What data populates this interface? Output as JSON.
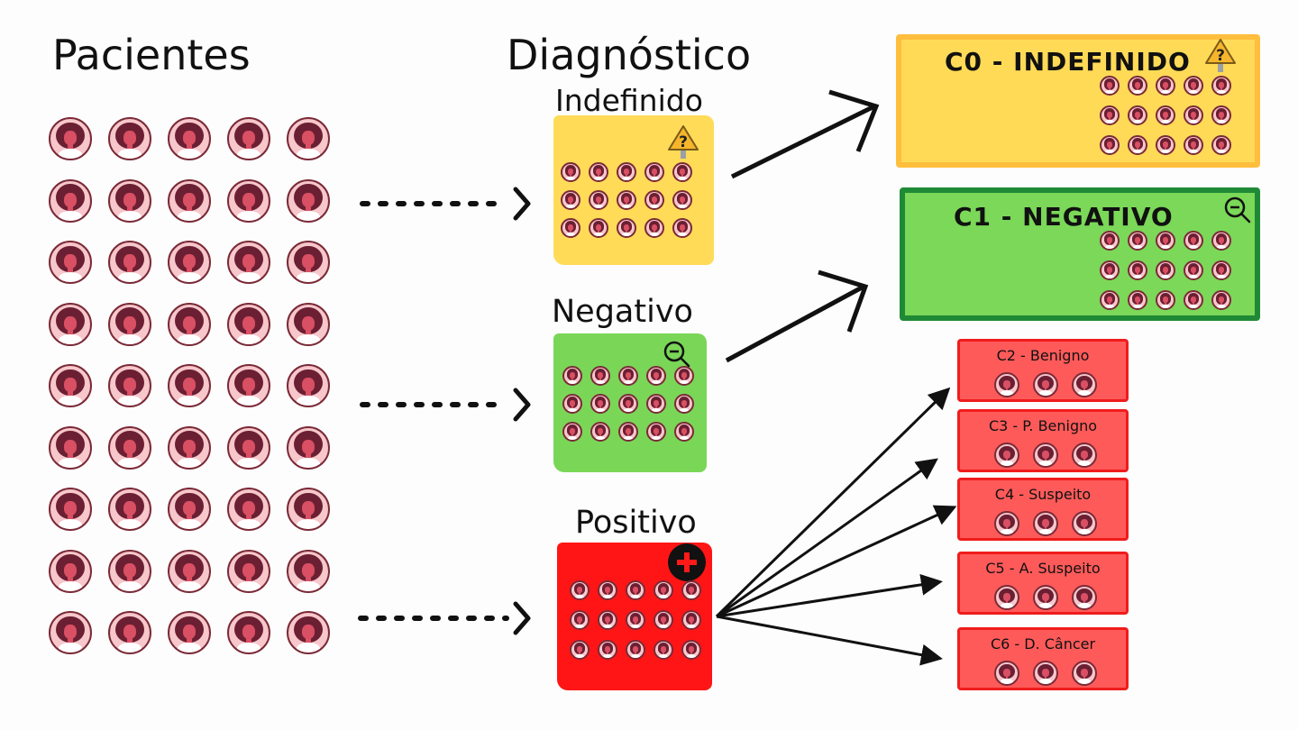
{
  "columns": {
    "patients_title": "Pacientes",
    "diagnosis_title": "Diagnóstico"
  },
  "patients": {
    "rows": 9,
    "cols": 5,
    "count": 45
  },
  "diagnoses": [
    {
      "key": "indefinido",
      "label": "Indefinido",
      "color": "#ffdb58",
      "icon": "warning-question-icon",
      "patient_count": 15
    },
    {
      "key": "negativo",
      "label": "Negativo",
      "color": "#7ad657",
      "icon": "zoom-out-icon",
      "patient_count": 15
    },
    {
      "key": "positivo",
      "label": "Positivo",
      "color": "#ff1515",
      "icon": "plus-circle-icon",
      "patient_count": 15
    }
  ],
  "categories": [
    {
      "key": "c0",
      "label": "C0 - INDEFINIDO",
      "color": "#ffda57",
      "border": "#ffbe3d",
      "icon": "warning-question-icon",
      "patient_count": 15,
      "from": "indefinido"
    },
    {
      "key": "c1",
      "label": "C1 - NEGATIVO",
      "color": "#7bd858",
      "border": "#1f8a36",
      "icon": "zoom-out-icon",
      "patient_count": 15,
      "from": "negativo"
    },
    {
      "key": "c2",
      "label": "C2 - Benigno",
      "color": "#ff5a5a",
      "patient_count": 3,
      "from": "positivo"
    },
    {
      "key": "c3",
      "label": "C3 - P. Benigno",
      "color": "#ff5a5a",
      "patient_count": 3,
      "from": "positivo"
    },
    {
      "key": "c4",
      "label": "C4 - Suspeito",
      "color": "#ff5a5a",
      "patient_count": 3,
      "from": "positivo"
    },
    {
      "key": "c5",
      "label": "C5 - A. Suspeito",
      "color": "#ff5a5a",
      "patient_count": 3,
      "from": "positivo"
    },
    {
      "key": "c6",
      "label": "C6 - D. Câncer",
      "color": "#ff5a5a",
      "patient_count": 3,
      "from": "positivo"
    }
  ]
}
